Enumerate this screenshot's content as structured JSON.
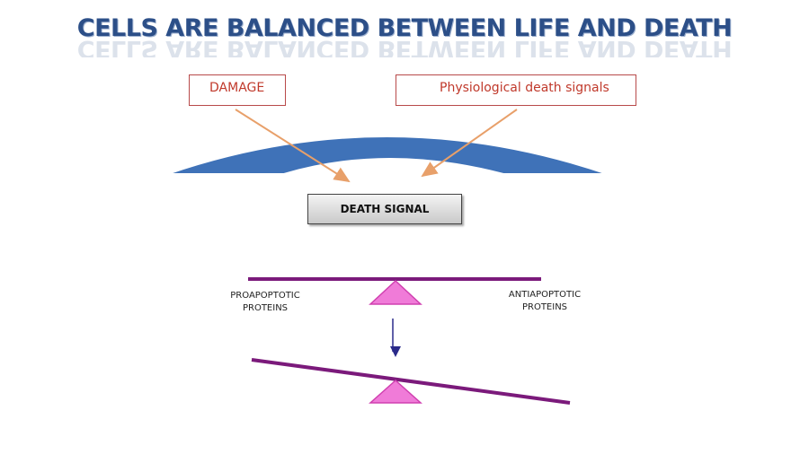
{
  "title": "CELLS ARE BALANCED BETWEEN LIFE AND DEATH",
  "boxes": {
    "damage": "DAMAGE",
    "physiological": "Physiological death signals",
    "death_signal": "DEATH SIGNAL"
  },
  "labels": {
    "pro_line1": "PROAPOPTOTIC",
    "pro_line2": "PROTEINS",
    "anti_line1": "ANTIAPOPTOTIC",
    "anti_line2": "PROTEINS"
  },
  "colors": {
    "title": "#2c4f88",
    "arch": "#3f72b8",
    "arrows": "#e8a06a",
    "box_border": "#b84a4a",
    "box_text": "#c0392b",
    "beam": "#7b1a7b",
    "fulcrum": "#f07bd8",
    "down_arrow": "#2a2a8a"
  }
}
